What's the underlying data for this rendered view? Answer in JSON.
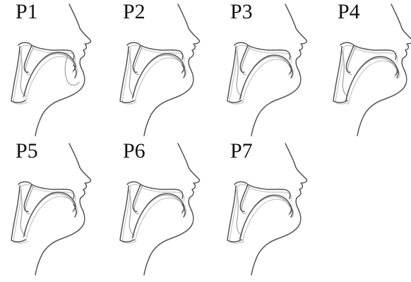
{
  "figure": {
    "panels": [
      {
        "label": "P1"
      },
      {
        "label": "P2"
      },
      {
        "label": "P3"
      },
      {
        "label": "P4"
      },
      {
        "label": "P5"
      },
      {
        "label": "P6"
      },
      {
        "label": "P7"
      }
    ]
  }
}
